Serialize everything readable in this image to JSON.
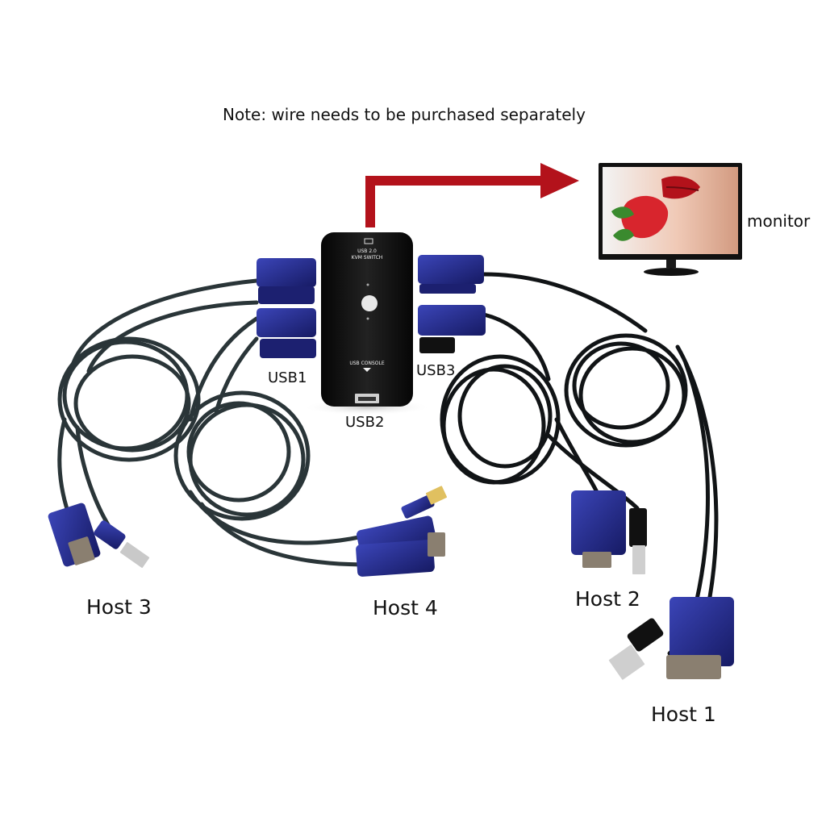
{
  "note": "Note: wire needs to be purchased separately",
  "monitor_label": "monitor",
  "switch": {
    "model_line1": "USB 2.0",
    "model_line2": "KVM SWITCH",
    "console_label": "USB CONSOLE"
  },
  "ports": {
    "usb1": "USB1",
    "usb2": "USB2",
    "usb3": "USB3"
  },
  "hosts": {
    "host1": "Host 1",
    "host2": "Host 2",
    "host3": "Host 3",
    "host4": "Host 4"
  },
  "colors": {
    "arrow": "#b3121b",
    "cable": "#2a3538",
    "cable_black": "#111416",
    "connector_blue": "#23288a",
    "device_body": "#0c0c0c"
  }
}
